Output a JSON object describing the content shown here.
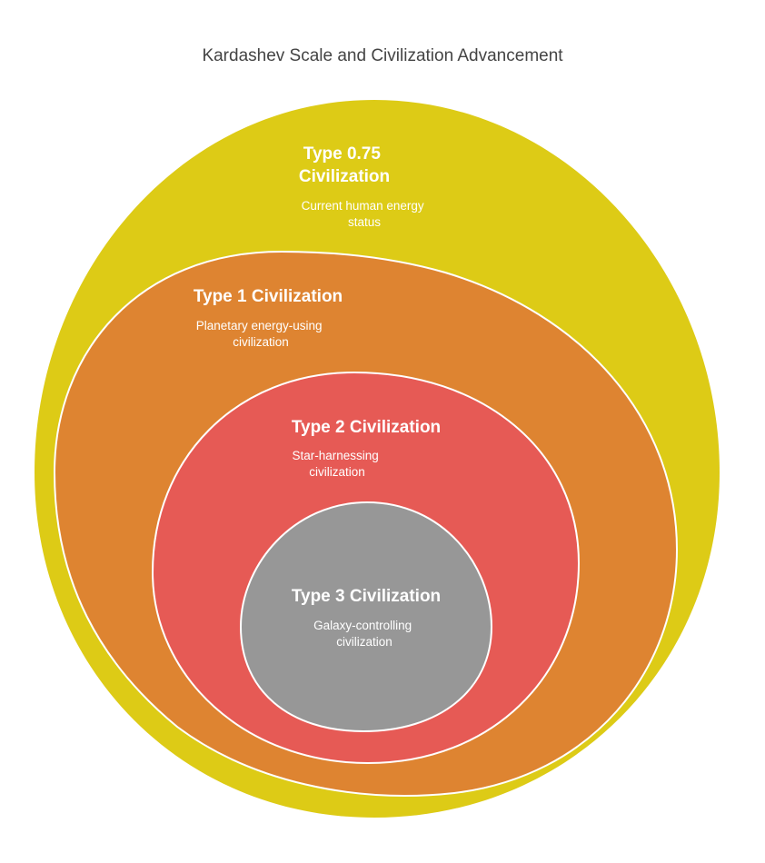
{
  "title": "Kardashev Scale and Civilization Advancement",
  "layers": [
    {
      "title_lines": [
        "Type 0.75",
        "Civilization"
      ],
      "desc_lines": [
        "Current human energy",
        "status"
      ],
      "color": "#DDCB16"
    },
    {
      "title_lines": [
        "Type 1 Civilization"
      ],
      "desc_lines": [
        "Planetary energy-using",
        "civilization"
      ],
      "color": "#DE8431"
    },
    {
      "title_lines": [
        "Type 2 Civilization"
      ],
      "desc_lines": [
        "Star-harnessing",
        "civilization"
      ],
      "color": "#E65A55"
    },
    {
      "title_lines": [
        "Type 3 Civilization"
      ],
      "desc_lines": [
        "Galaxy-controlling",
        "civilization"
      ],
      "color": "#979797"
    }
  ]
}
